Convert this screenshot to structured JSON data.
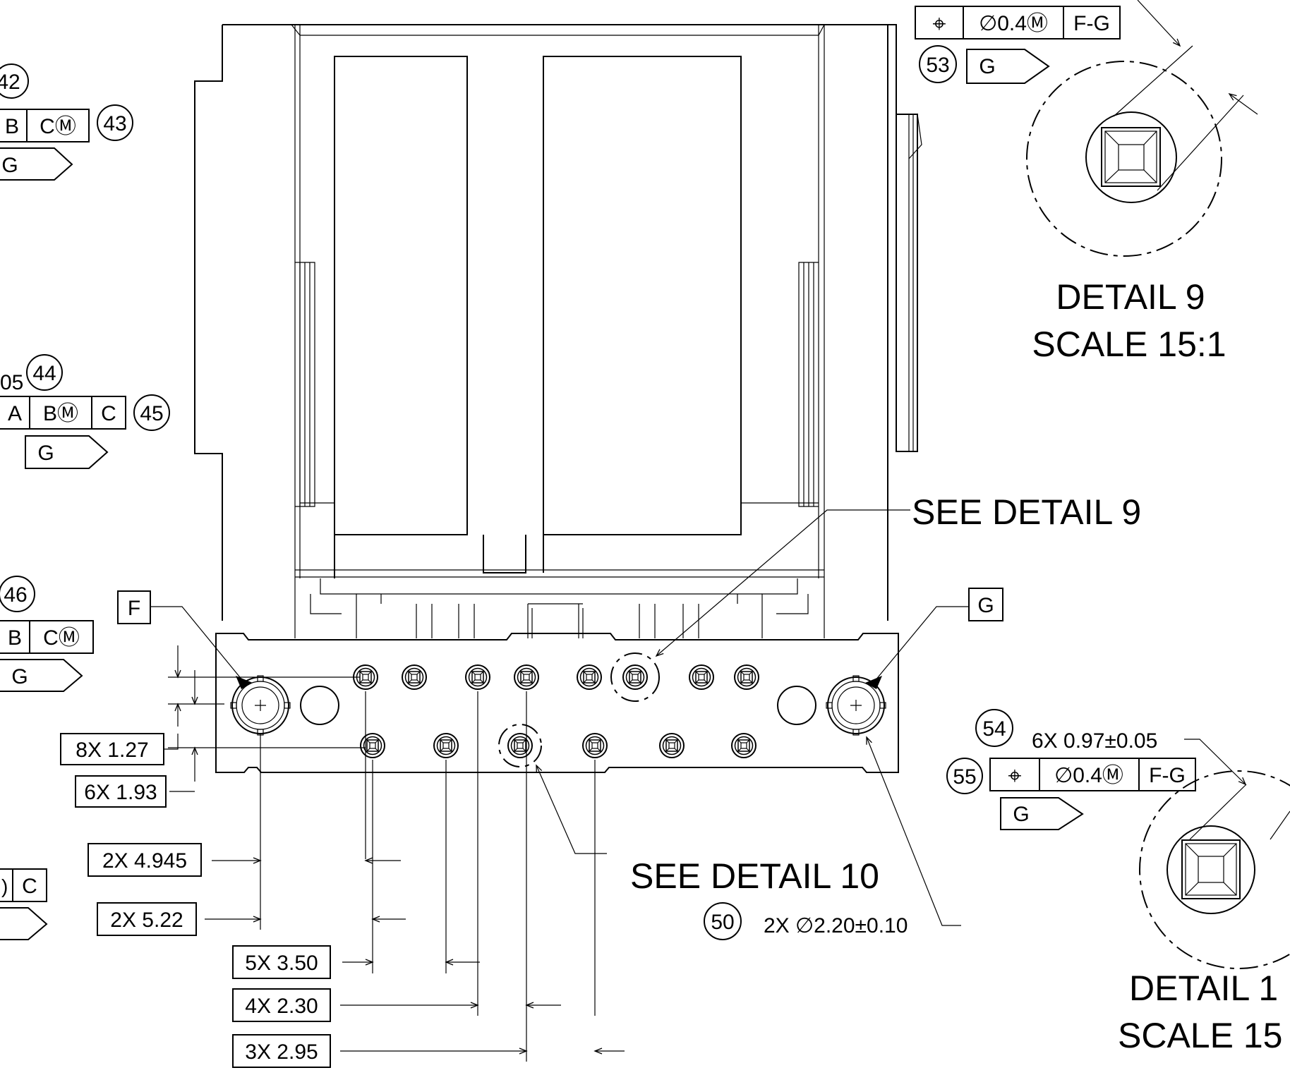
{
  "datums": {
    "f": "F",
    "g": "G"
  },
  "balloons": {
    "b42": "42",
    "b43": "43",
    "b44": "44",
    "b45": "45",
    "b46": "46",
    "b50": "50",
    "b53": "53",
    "b54": "54",
    "b55": "55"
  },
  "fcf_top": {
    "position_symbol": "⌖",
    "tolerance": "∅0.4Ⓜ",
    "datum_ref": "F-G",
    "surface": "G"
  },
  "fcf_detail10": {
    "position_symbol": "⌖",
    "tolerance": "∅0.4Ⓜ",
    "datum_ref": "F-G",
    "surface": "G",
    "note": "6X 0.97±0.05"
  },
  "left_fcfs": {
    "row1": {
      "c1": "B",
      "c2": "CⓂ",
      "surface": "G"
    },
    "row2": {
      "prefix": "05",
      "c1": "A",
      "c2": "BⓂ",
      "c3": "C",
      "surface": "G"
    },
    "row3": {
      "c1": "B",
      "c2": "CⓂ",
      "surface": "G"
    },
    "row4": {
      "c1": ")",
      "c2": "C"
    }
  },
  "dims": {
    "d_8x127": "8X 1.27",
    "d_6x193": "6X 1.93",
    "d_2x4945": "2X 4.945",
    "d_2x522": "2X 5.22",
    "d_5x350": "5X 3.50",
    "d_4x230": "4X 2.30",
    "d_3x295": "3X 2.95",
    "hole_note": "2X ∅2.20±0.10"
  },
  "callouts": {
    "see_detail_9": "SEE DETAIL 9",
    "see_detail_10": "SEE DETAIL 10"
  },
  "details": {
    "d9_title": "DETAIL 9",
    "d9_scale": "SCALE 15:1",
    "d10_title": "DETAIL 1",
    "d10_scale": "SCALE 15"
  }
}
